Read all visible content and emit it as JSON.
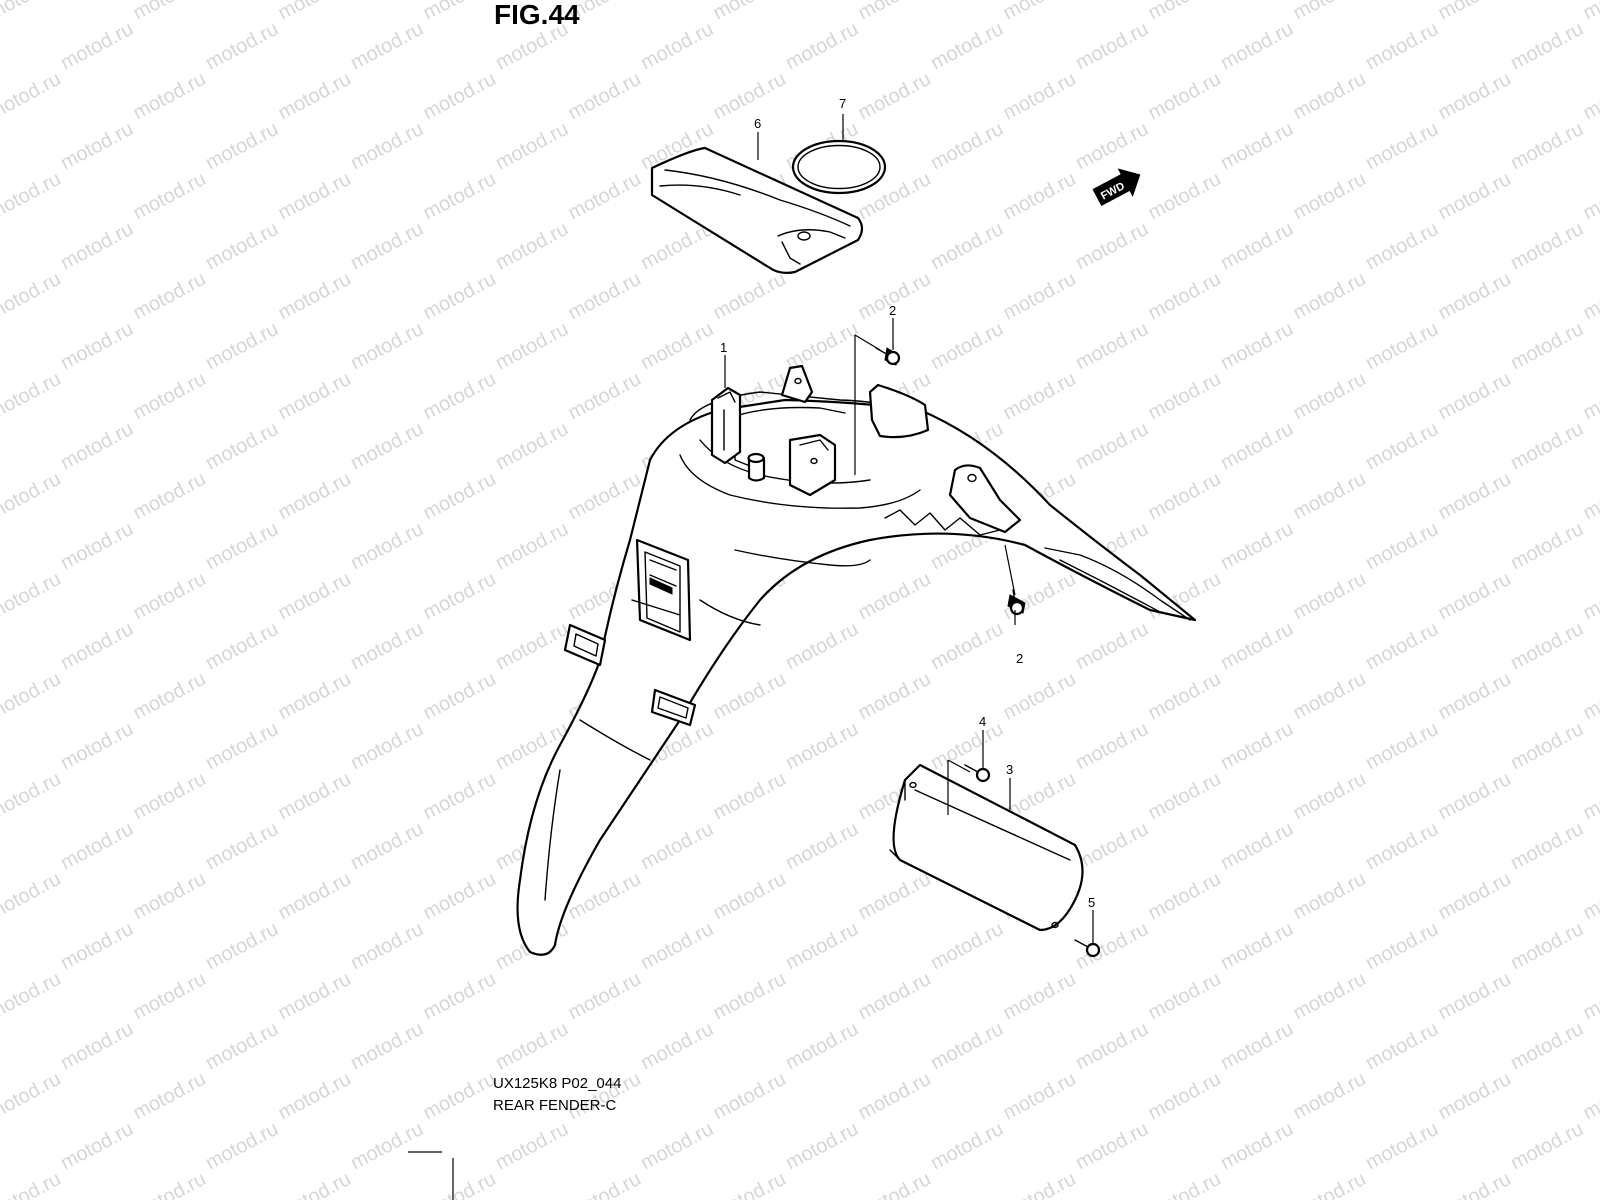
{
  "figure_title": "FIG.44",
  "watermark_text": "motod.ru",
  "watermark_color": "#d6d6d6",
  "fwd_badge": "FWD",
  "callouts": {
    "p1": "1",
    "p2a": "2",
    "p2b": "2",
    "p3": "3",
    "p4": "4",
    "p5": "5",
    "p6": "6",
    "p7": "7"
  },
  "caption": {
    "code": "UX125K8 P02_044",
    "name": "REAR FENDER-C"
  },
  "parts": [
    {
      "id": "1",
      "name": "rear-fender"
    },
    {
      "id": "2",
      "name": "bolt"
    },
    {
      "id": "3",
      "name": "mud-guard"
    },
    {
      "id": "4",
      "name": "screw"
    },
    {
      "id": "5",
      "name": "screw"
    },
    {
      "id": "6",
      "name": "pad"
    },
    {
      "id": "7",
      "name": "ring"
    }
  ]
}
